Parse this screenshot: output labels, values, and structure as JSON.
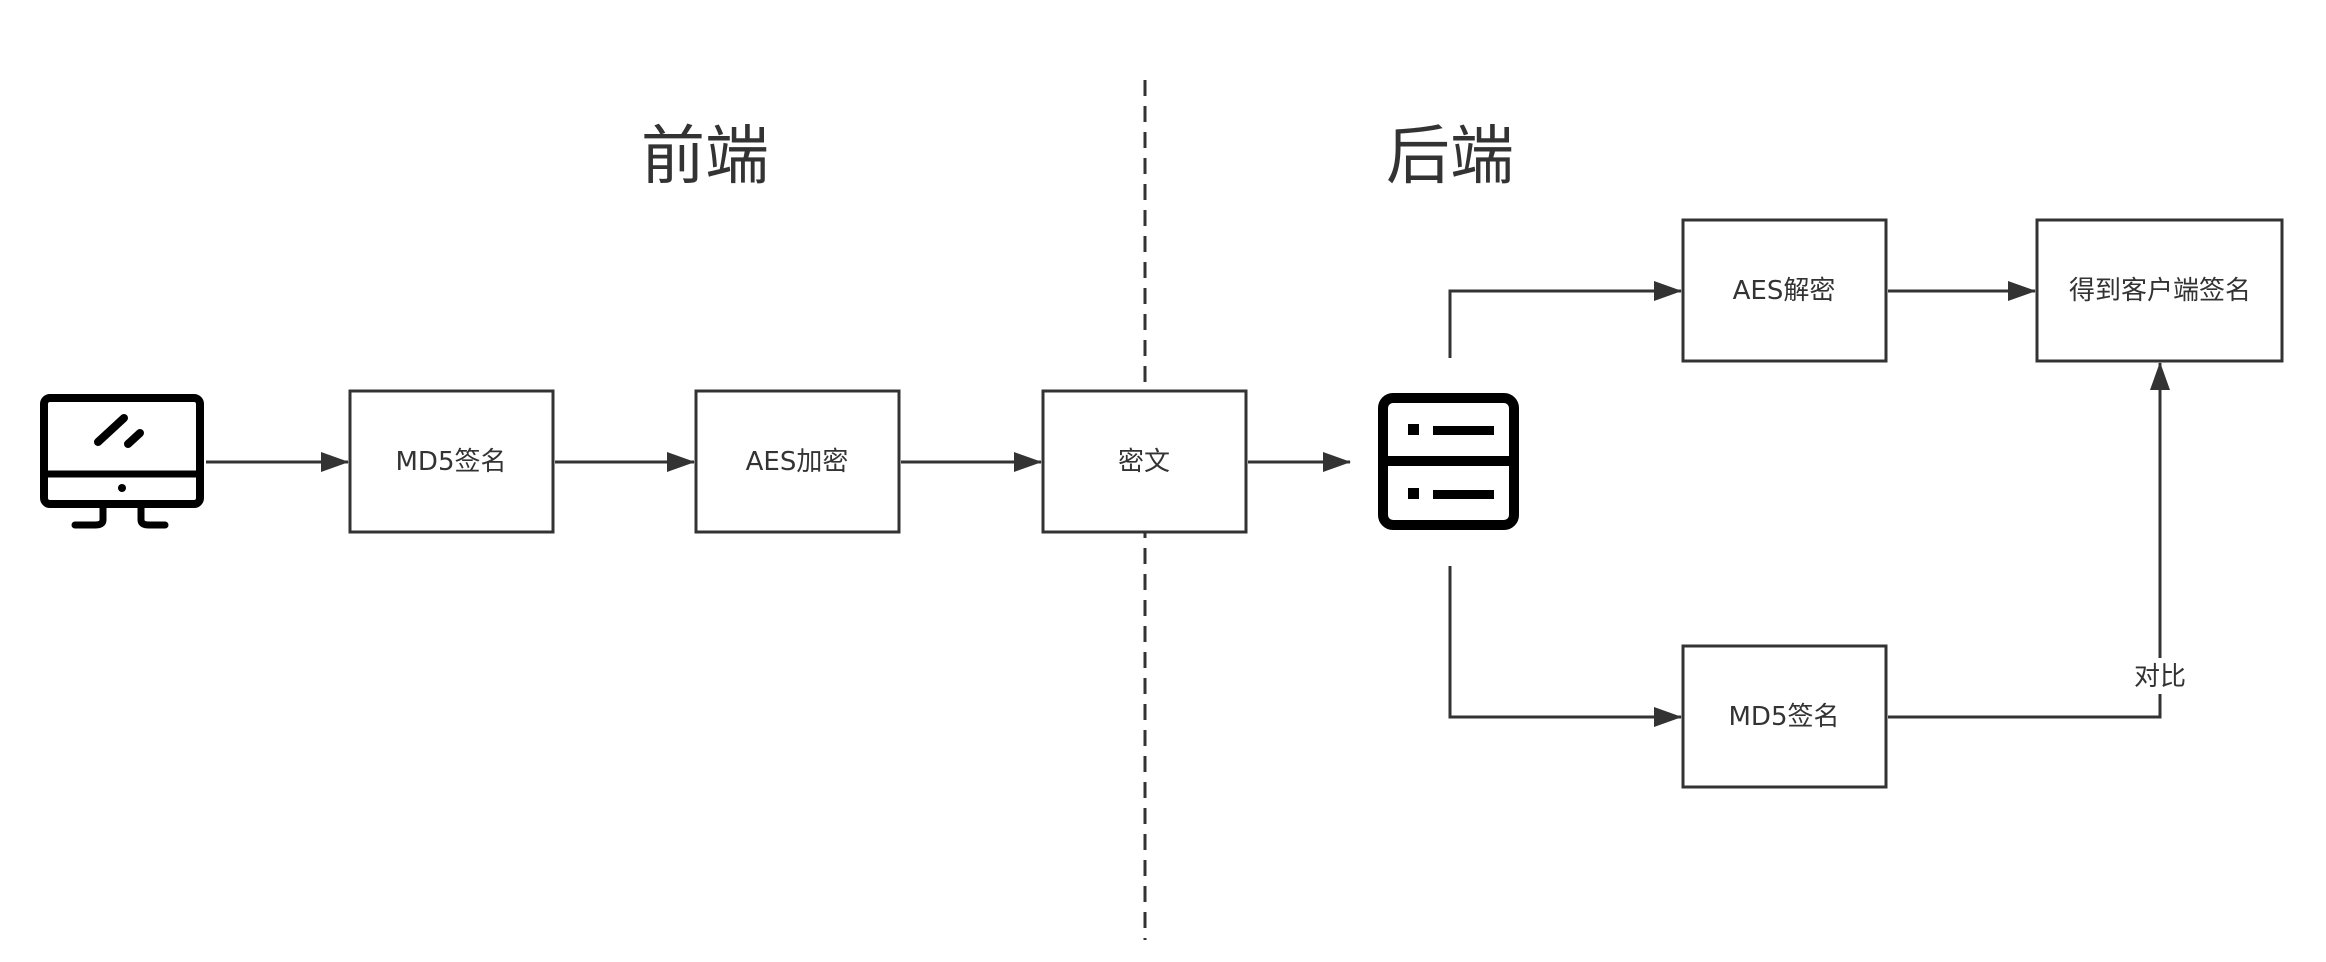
{
  "sections": {
    "frontend_title": "前端",
    "backend_title": "后端"
  },
  "nodes": {
    "md5_sign_front": "MD5签名",
    "aes_encrypt": "AES加密",
    "ciphertext": "密文",
    "aes_decrypt": "AES解密",
    "client_signature": "得到客户端签名",
    "md5_sign_back": "MD5签名"
  },
  "edges": {
    "compare_label": "对比"
  },
  "icons": {
    "client": "desktop-computer-icon",
    "server": "server-icon"
  },
  "colors": {
    "stroke": "#333333",
    "background": "#ffffff"
  }
}
